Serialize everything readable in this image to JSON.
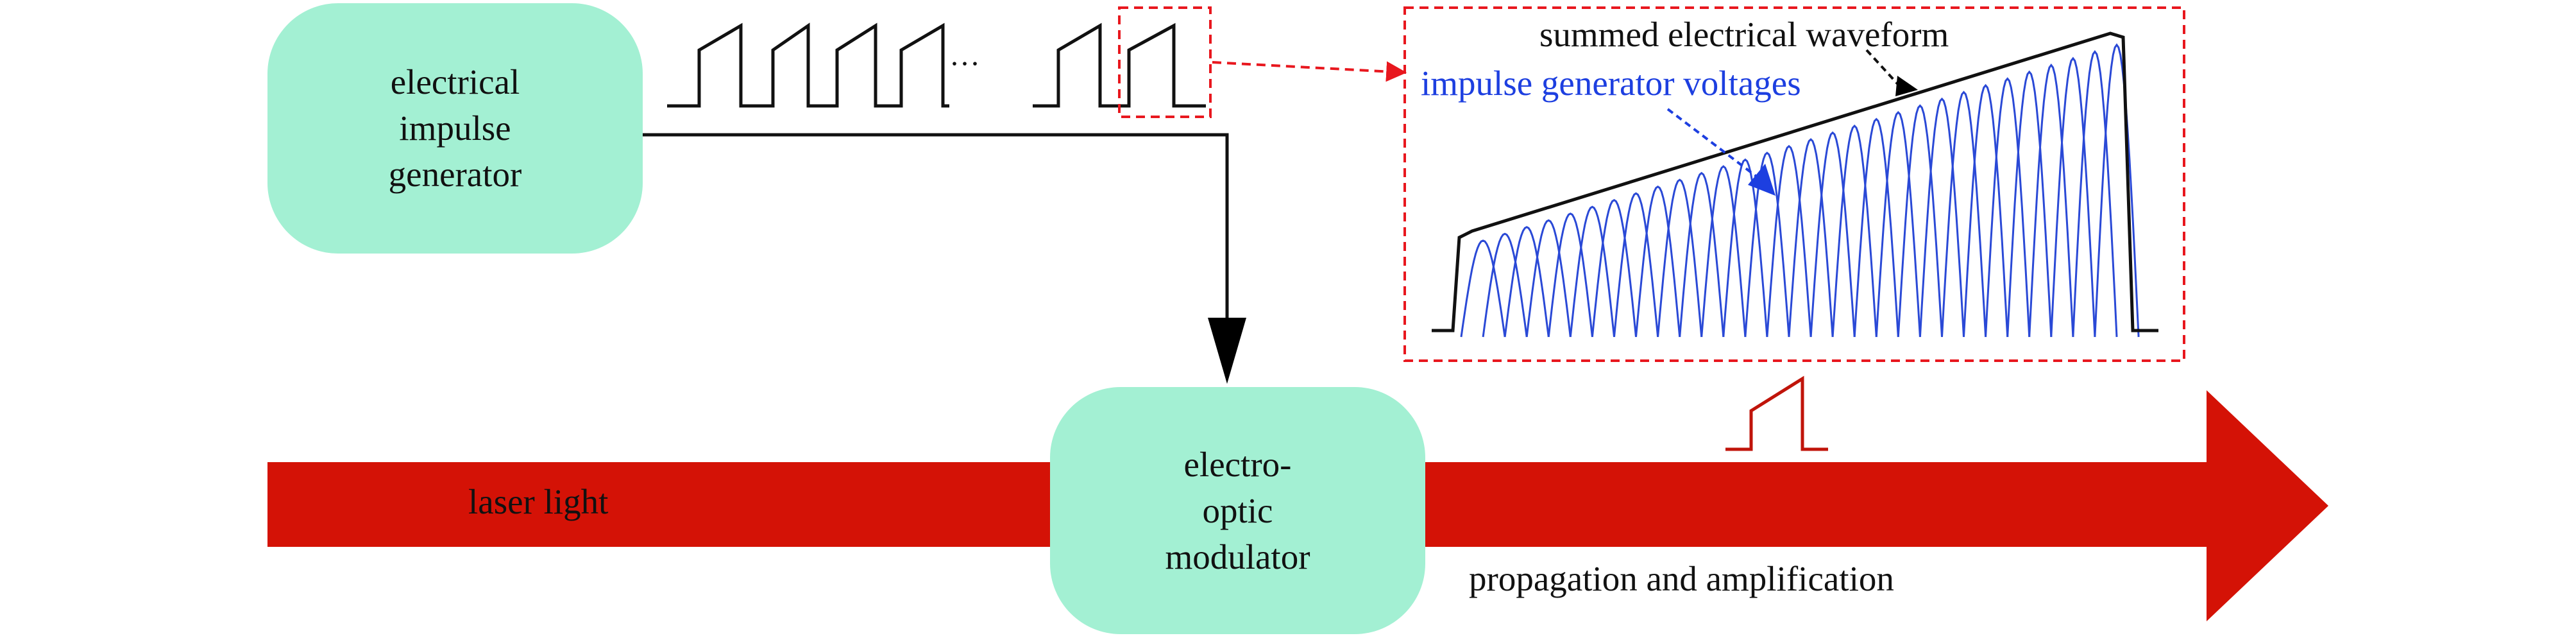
{
  "generator": {
    "lines": [
      "electrical",
      "impulse",
      "generator"
    ]
  },
  "modulator": {
    "lines": [
      "electro-",
      "optic",
      "modulator"
    ]
  },
  "labels": {
    "laser": "laser light",
    "propagation": "propagation and amplification",
    "summed": "summed electrical waveform",
    "impulses": "impulse generator voltages",
    "ellipsis": "···"
  },
  "colors": {
    "box_fill": "#a3f0d3",
    "laser": "#d41206",
    "inset_curve": "#2a49d6",
    "inset_label": "#1d3fe0",
    "dashed_red": "#e8171e",
    "pulse_red": "#c0140a",
    "line": "#111111"
  },
  "inset": {
    "pulse_count": 30,
    "start_level": 0.33,
    "end_level": 1.0
  }
}
